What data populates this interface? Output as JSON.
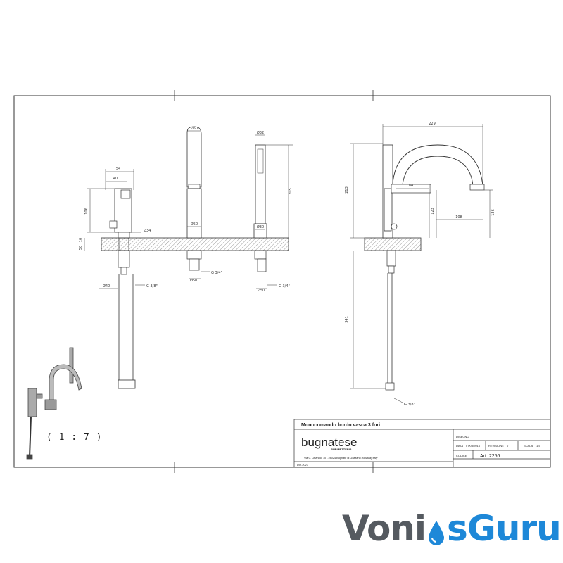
{
  "title_block": {
    "description": "Monocomando bordo vasca 3 fori",
    "brand": "bugnatese",
    "brand_sub": "RUBINETTERIA",
    "address": "Via C. Orlando, 10 - 28024 Bugnate di Gozzano (Novara) Italy",
    "field_label": "DISEGNO",
    "date_label": "DATA",
    "date_value": "07/03/2016",
    "revision_label": "REVISIONE",
    "revision_value": "0",
    "scale_label": "SCALA",
    "scale_value": "1:5",
    "code_label": "CODICE",
    "article": "Art. 2256",
    "sheet": "DIS.2027"
  },
  "scale_note": "( 1 : 7 )",
  "dimensions": {
    "spout_width": "54",
    "spout_inner": "40",
    "mixer_height": "106",
    "deck_thk_1": "10",
    "deck_thk_2": "50",
    "hose_dia": "Ø40",
    "body_dia": "Ø34",
    "pipe_dia": "Ø50",
    "handle_dia": "Ø32",
    "handle_height": "205",
    "spout_dia2": "Ø50",
    "spout_dia3": "Ø30",
    "conn_1": "G 3/8\"",
    "conn_2": "G 3/4\"",
    "conn_3": "G 3/4\"",
    "total_width": "229",
    "total_height": "213",
    "side_1": "84",
    "side_2": "123",
    "side_3": "108",
    "side_4": "136",
    "lower_length": "341",
    "conn_side": "G 3/8\""
  },
  "watermark": {
    "part1": "Voni",
    "part2": "sGuru",
    "drop_color": "#1e88d8"
  }
}
